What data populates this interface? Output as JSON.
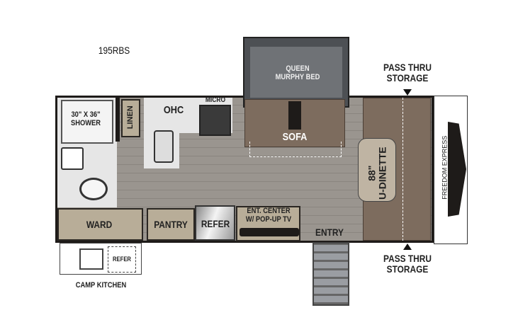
{
  "model": "195RBS",
  "rooms": {
    "bed": "QUEEN\nMURPHY BED",
    "shower": "30\" X 36\"\nSHOWER",
    "linen": "LINEN",
    "ohc": "OHC",
    "micro": "MICRO",
    "sofa": "SOFA",
    "dinette": "88\"\nU-DINETTE",
    "ward": "WARD",
    "pantry": "PANTRY",
    "refer": "REFER",
    "ent_center": "ENT. CENTER\nW/ POP-UP TV",
    "entry": "ENTRY",
    "camp_refer": "REFER",
    "camp_kitchen": "CAMP KITCHEN"
  },
  "storage_top": "PASS THRU\nSTORAGE",
  "storage_bottom": "PASS THRU\nSTORAGE",
  "brand": "FREEDOM EXPRESS",
  "colors": {
    "floor": "#938e88",
    "cabinet": "#b8ad98",
    "upholstery": "#7d6c5e",
    "bed": "#6f7276"
  }
}
